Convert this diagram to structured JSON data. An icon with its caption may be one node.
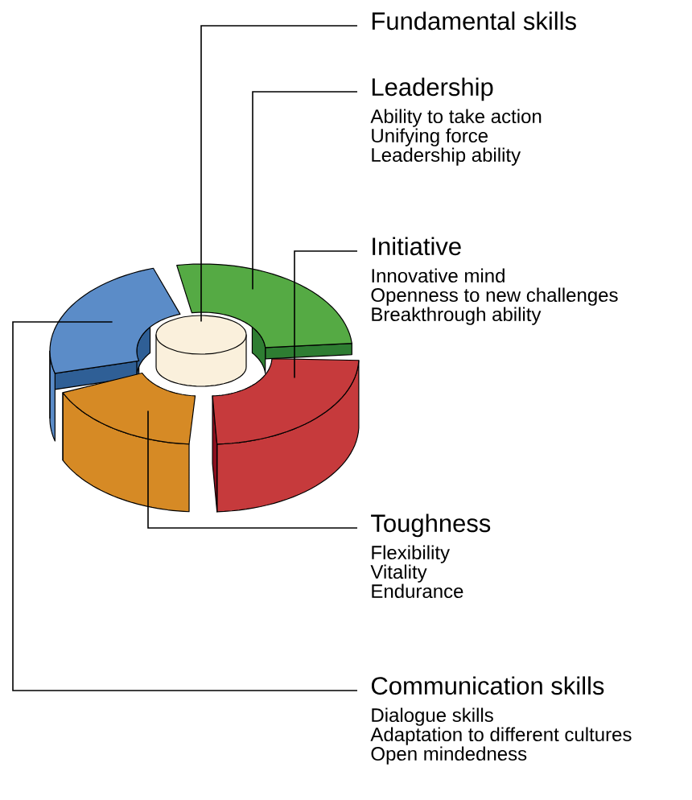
{
  "diagram": {
    "nodes": [
      {
        "text": [
          "Fundamental skills"
        ]
      },
      {
        "text": [
          "Leadership",
          "Ability to take action",
          "Unifying force",
          "Leadership ability"
        ]
      },
      {
        "text": [
          "Initiative",
          "Innovative mind",
          "Openness to new challenges",
          "Breakthrough ability"
        ]
      },
      {
        "text": [
          "Toughness",
          "Flexibility",
          "Vitality",
          "Endurance"
        ]
      },
      {
        "text": [
          "Communication skills",
          "Dialogue skills",
          "Adaptation to different cultures",
          "Open mindedness"
        ]
      },
      {
        "text": [],
        "shape": "segment"
      },
      {
        "text": [],
        "shape": "segment"
      },
      {
        "text": [],
        "shape": "cylinder"
      },
      {
        "text": [],
        "shape": "segment"
      },
      {
        "text": [],
        "shape": "segment"
      }
    ],
    "edges": [
      {
        "from": 0,
        "to": 7,
        "arrow": "none"
      },
      {
        "from": 1,
        "to": 8,
        "arrow": "none"
      },
      {
        "from": 2,
        "to": 9,
        "arrow": "none"
      },
      {
        "from": 3,
        "to": 6,
        "arrow": "none"
      },
      {
        "from": 4,
        "to": 5,
        "arrow": "none"
      }
    ]
  }
}
